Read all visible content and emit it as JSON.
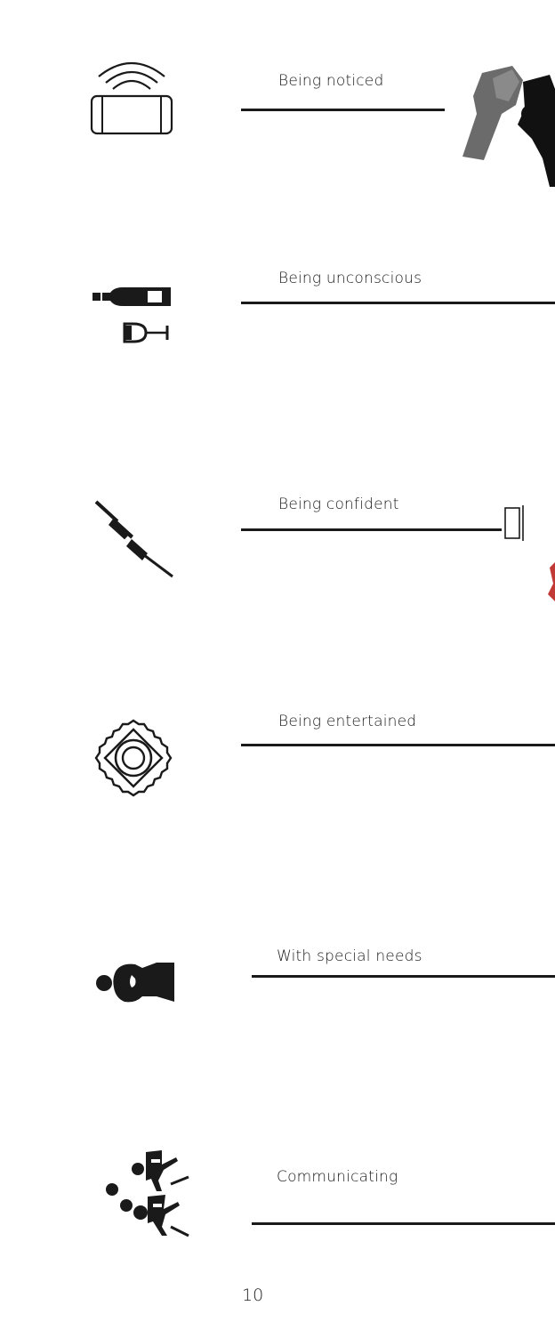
{
  "items": [
    {
      "label": "Being noticed",
      "icon": "phone-signal-icon"
    },
    {
      "label": "Being unconscious",
      "icon": "bottle-glass-icon"
    },
    {
      "label": "Being confident",
      "icon": "syringe-icon"
    },
    {
      "label": "Being entertained",
      "icon": "condom-packet-icon"
    },
    {
      "label": "With special needs",
      "icon": "person-pregnant-icon"
    },
    {
      "label": "Communicating",
      "icon": "conversation-people-icon"
    }
  ],
  "page_number": "10",
  "colors": {
    "ink": "#1a1a1a",
    "photo_gray": "#666666",
    "accent_red": "#c23a36"
  }
}
